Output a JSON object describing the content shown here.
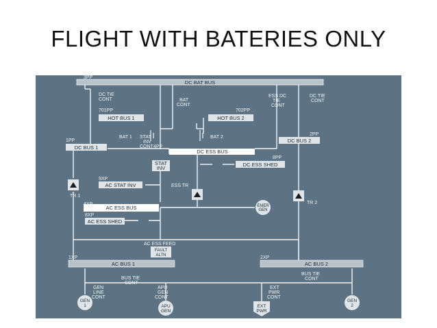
{
  "title": "FLIGHT WITH BATERIES ONLY",
  "colors": {
    "panel_bg": "#5d7383",
    "bus_fill": "#b8c3ca",
    "line": "#f2f5f7",
    "label_box": "#dfe5e9",
    "active_fill": "#ffffff",
    "component_fill": "#1b1b1b"
  },
  "diagram": {
    "buses": {
      "dc_bat_bus": {
        "name": "DC BAT BUS",
        "code": "3PP"
      },
      "hot_bus_1": {
        "name": "HOT BUS 1",
        "code": "701PP"
      },
      "hot_bus_2": {
        "name": "HOT BUS 2",
        "code": "702PP"
      },
      "dc_bus_1": {
        "name": "DC BUS 1",
        "code": "1PP"
      },
      "dc_bus_2": {
        "name": "DC BUS 2",
        "code": "2PP"
      },
      "dc_ess_bus": {
        "name": "DC ESS BUS",
        "code": "4PP"
      },
      "dc_ess_shed": {
        "name": "DC ESS SHED",
        "code": "8PP"
      },
      "ac_stat_inv": {
        "name": "AC STAT INV",
        "code": "9XP"
      },
      "ac_ess_bus": {
        "name": "AC ESS BUS",
        "code": "4XP"
      },
      "ac_ess_shed": {
        "name": "AC ESS SHED",
        "code": "8XP"
      },
      "ac_bus_1": {
        "name": "AC BUS 1",
        "code": "1XP"
      },
      "ac_bus_2": {
        "name": "AC BUS 2",
        "code": "2XP"
      }
    },
    "contactors": {
      "dc_tie_cont_left": "DC TIE\nCONT",
      "bat_cont": "BAT\nCONT",
      "ess_dc_tie_cont": "ESS DC\nTIE\nCONT",
      "dc_tie_cont_right": "DC TIE\nCONT",
      "bat1_stat_inv_cont": "BAT 1 STAT\nINV\nCONT",
      "ac_ess_feed": "AC ESS FEED",
      "gen_line_cont": "GEN\nLINE\nCONT",
      "bus_tie_cont_left": "BUS TIE\nCONT",
      "apu_gen_cont": "APU\nGEN\nCONT",
      "ext_pwr_cont": "EXT\nPWR\nCONT",
      "bus_tie_cont_right": "BUS TIE\nCONT"
    },
    "components": {
      "bat_1": "BAT 1",
      "bat_2": "BAT 2",
      "stat_inv": "STAT\nINV",
      "ess_tr": "ESS TR",
      "tr_1": "TR 1",
      "tr_2": "TR 2",
      "emer_gen": "EMER\nGEN",
      "fault_altn": "FAULT\nALTN",
      "gen_1": "GEN\n1",
      "apu_gen": "APU\nGEN",
      "ext_pwr": "EXT\nPWR",
      "gen_2": "GEN\n2"
    }
  }
}
